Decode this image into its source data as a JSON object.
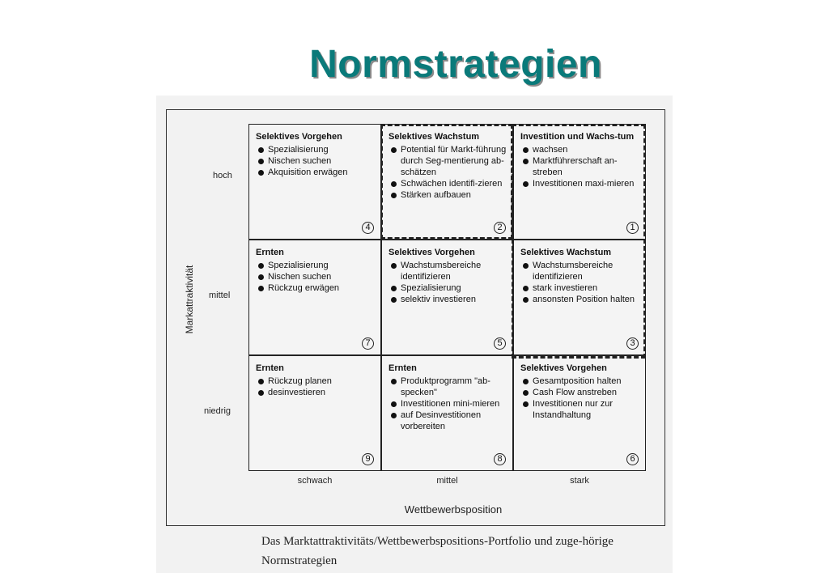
{
  "title": "Normstrategien",
  "diagram": {
    "y_axis_title": "Markattraktivität",
    "x_axis_title": "Wettbewerbsposition",
    "y_levels": [
      "hoch",
      "mittel",
      "niedrig"
    ],
    "x_levels": [
      "schwach",
      "mittel",
      "stark"
    ],
    "cells": [
      {
        "heading": "Selektives Vorgehen",
        "items": [
          "Spezialisierung",
          "Nischen suchen",
          "Akquisition erwägen"
        ],
        "number": "4"
      },
      {
        "heading": "Selektives Wachstum",
        "items": [
          "Potential für Markt-führung durch Seg-mentierung ab-schätzen",
          "Schwächen identifi-zieren",
          "Stärken aufbauen"
        ],
        "number": "2"
      },
      {
        "heading": "Investition und Wachs-tum",
        "items": [
          "wachsen",
          "Marktführerschaft an-streben",
          "Investitionen maxi-mieren"
        ],
        "number": "1"
      },
      {
        "heading": "Ernten",
        "items": [
          "Spezialisierung",
          "Nischen suchen",
          "Rückzug erwägen"
        ],
        "number": "7"
      },
      {
        "heading": "Selektives Vorgehen",
        "items": [
          "Wachstumsbereiche identifizieren",
          "Spezialisierung",
          "selektiv investieren"
        ],
        "number": "5"
      },
      {
        "heading": "Selektives Wachstum",
        "items": [
          "Wachstumsbereiche identifizieren",
          "stark investieren",
          "ansonsten Position halten"
        ],
        "number": "3"
      },
      {
        "heading": "Ernten",
        "items": [
          "Rückzug planen",
          "desinvestieren"
        ],
        "number": "9"
      },
      {
        "heading": "Ernten",
        "items": [
          "Produktprogramm \"ab-specken\"",
          "Investitionen mini-mieren",
          "auf Desinvestitionen vorbereiten"
        ],
        "number": "8"
      },
      {
        "heading": "Selektives Vorgehen",
        "items": [
          "Gesamtposition halten",
          "Cash Flow anstreben",
          "Investitionen nur zur Instandhaltung"
        ],
        "number": "6"
      }
    ]
  },
  "caption": "Das Marktattraktivitäts/Wettbewerbspositions-Portfolio und zuge-hörige Normstrategien"
}
